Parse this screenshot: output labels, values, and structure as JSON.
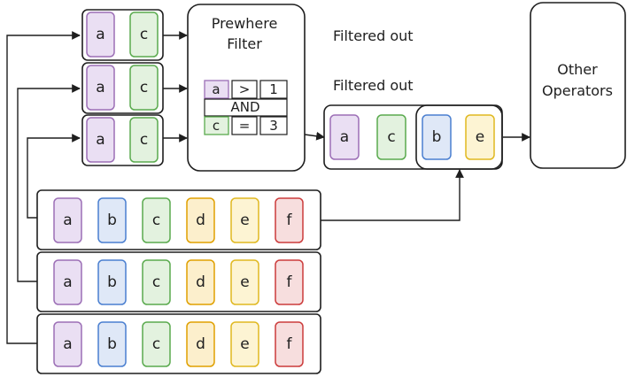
{
  "colors": {
    "a": {
      "stroke": "#9c6fb6",
      "fill": "#eadff3"
    },
    "b": {
      "stroke": "#4a7fd0",
      "fill": "#dfe8f7"
    },
    "c": {
      "stroke": "#5aaa4e",
      "fill": "#e3f2df"
    },
    "d": {
      "stroke": "#e0a000",
      "fill": "#fcefcc"
    },
    "e": {
      "stroke": "#e0b820",
      "fill": "#fdf4d3"
    },
    "f": {
      "stroke": "#cc3b3b",
      "fill": "#f7dede"
    }
  },
  "prewhere_inputs": [
    [
      "a",
      "c"
    ],
    [
      "a",
      "c"
    ],
    [
      "a",
      "c"
    ]
  ],
  "source_blocks": [
    [
      "a",
      "b",
      "c",
      "d",
      "e",
      "f"
    ],
    [
      "a",
      "b",
      "c",
      "d",
      "e",
      "f"
    ],
    [
      "a",
      "b",
      "c",
      "d",
      "e",
      "f"
    ]
  ],
  "prewhere": {
    "title_line1": "Prewhere",
    "title_line2": "Filter",
    "condition1": [
      "a",
      ">",
      "1"
    ],
    "conjunction": "AND",
    "condition2": [
      "c",
      "=",
      "3"
    ]
  },
  "notes": [
    "Filtered out",
    "Filtered out"
  ],
  "result_block": [
    "a",
    "c",
    "b",
    "e"
  ],
  "other_operators": {
    "line1": "Other",
    "line2": "Operators"
  }
}
